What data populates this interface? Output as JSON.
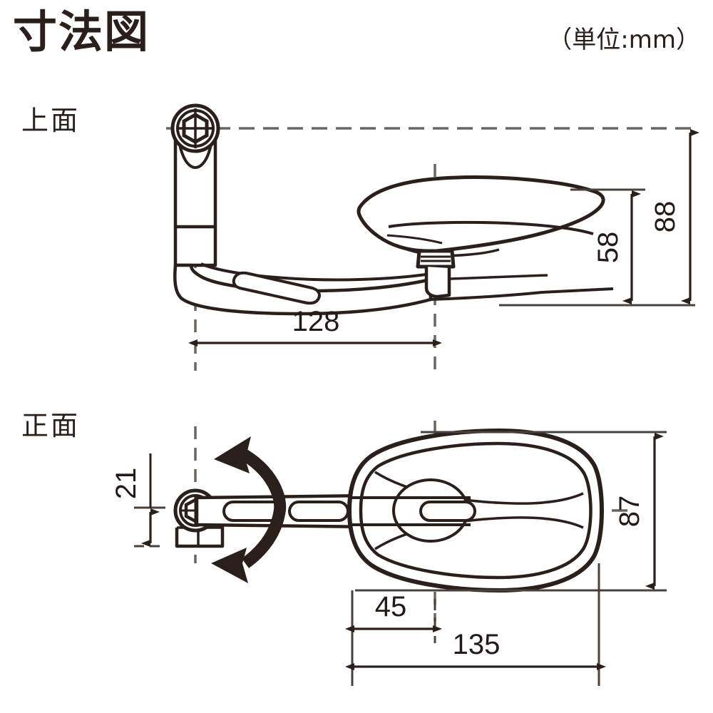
{
  "header": {
    "title": "寸法図",
    "unit_note": "（単位:mm）"
  },
  "views": {
    "top": {
      "label": "上面"
    },
    "front": {
      "label": "正面"
    }
  },
  "icons": {
    "rotation_arrow": "curved-double-arrow-icon",
    "hex_bolt": "hex-bolt-icon"
  },
  "colors": {
    "line": "#2b1f1c",
    "dimension_line": "#3a302c",
    "background": "#ffffff"
  },
  "chart_data": {
    "type": "table",
    "title": "寸法図",
    "subtitle": "（単位:mm）",
    "xlabel": "",
    "ylabel": "",
    "categories": [
      "128",
      "88",
      "58",
      "21",
      "87",
      "45",
      "135"
    ],
    "values": [
      128,
      88,
      58,
      21,
      87,
      45,
      135
    ],
    "series": [
      {
        "name": "上面",
        "values": [
          128,
          88,
          58
        ],
        "entries": [
          {
            "label": "128",
            "value": 128,
            "orientation": "horizontal",
            "description": "overall length from mount axis to mirror pivot axis"
          },
          {
            "label": "88",
            "value": 88,
            "orientation": "vertical",
            "description": "overall width of top view"
          },
          {
            "label": "58",
            "value": 58,
            "orientation": "vertical",
            "description": "mirror head width in top view"
          }
        ]
      },
      {
        "name": "正面",
        "values": [
          21,
          87,
          45,
          135
        ],
        "entries": [
          {
            "label": "21",
            "value": 21,
            "orientation": "vertical",
            "description": "mount bracket offset height"
          },
          {
            "label": "87",
            "value": 87,
            "orientation": "vertical",
            "description": "mirror head height in front view"
          },
          {
            "label": "45",
            "value": 45,
            "orientation": "horizontal",
            "description": "left edge of mirror head to pivot axis"
          },
          {
            "label": "135",
            "value": 135,
            "orientation": "horizontal",
            "description": "overall mirror head width"
          }
        ]
      }
    ]
  },
  "dimensions": {
    "d128": "128",
    "d88": "88",
    "d58": "58",
    "d21": "21",
    "d87": "87",
    "d45": "45",
    "d135": "135"
  }
}
